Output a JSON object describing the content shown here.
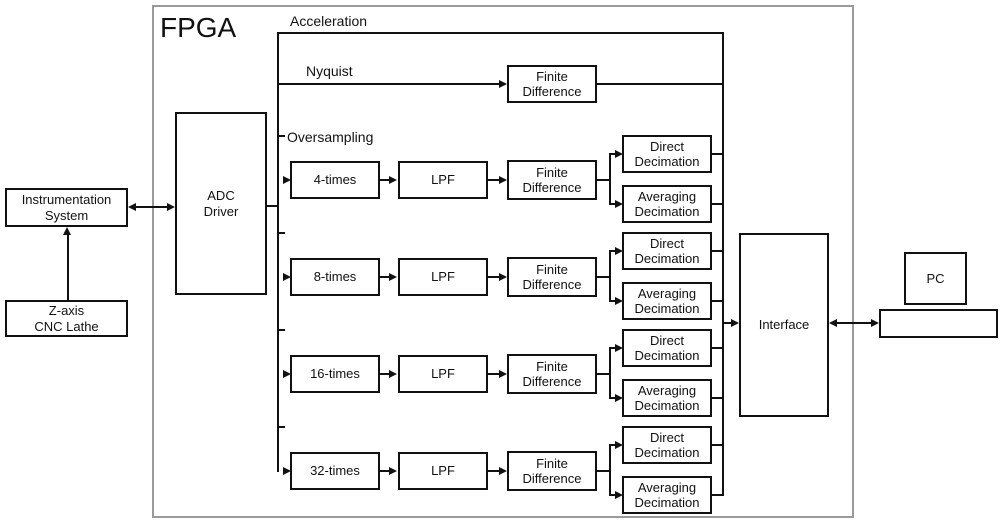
{
  "fpga": {
    "label": "FPGA"
  },
  "labels": {
    "acceleration": "Acceleration",
    "nyquist": "Nyquist",
    "oversampling": "Oversampling"
  },
  "blocks": {
    "instrumentation": {
      "line1": "Instrumentation",
      "line2": "System"
    },
    "lathe": {
      "line1": "Z-axis",
      "line2": "CNC Lathe"
    },
    "adc": {
      "line1": "ADC",
      "line2": "Driver"
    },
    "nyquist_fd": {
      "line1": "Finite",
      "line2": "Difference"
    },
    "interface": {
      "label": "Interface"
    },
    "pc": {
      "label": "PC"
    },
    "terminal": {
      "label": ""
    }
  },
  "rows": [
    {
      "rate": "4-times",
      "lpf": "LPF",
      "fd_line1": "Finite",
      "fd_line2": "Difference",
      "direct_line1": "Direct",
      "direct_line2": "Decimation",
      "avg_line1": "Averaging",
      "avg_line2": "Decimation"
    },
    {
      "rate": "8-times",
      "lpf": "LPF",
      "fd_line1": "Finite",
      "fd_line2": "Difference",
      "direct_line1": "Direct",
      "direct_line2": "Decimation",
      "avg_line1": "Averaging",
      "avg_line2": "Decimation"
    },
    {
      "rate": "16-times",
      "lpf": "LPF",
      "fd_line1": "Finite",
      "fd_line2": "Difference",
      "direct_line1": "Direct",
      "direct_line2": "Decimation",
      "avg_line1": "Averaging",
      "avg_line2": "Decimation"
    },
    {
      "rate": "32-times",
      "lpf": "LPF",
      "fd_line1": "Finite",
      "fd_line2": "Difference",
      "direct_line1": "Direct",
      "direct_line2": "Decimation",
      "avg_line1": "Averaging",
      "avg_line2": "Decimation"
    }
  ],
  "colors": {
    "line": "#111111",
    "fpga_border": "#9a9a9a",
    "background": "#ffffff"
  }
}
